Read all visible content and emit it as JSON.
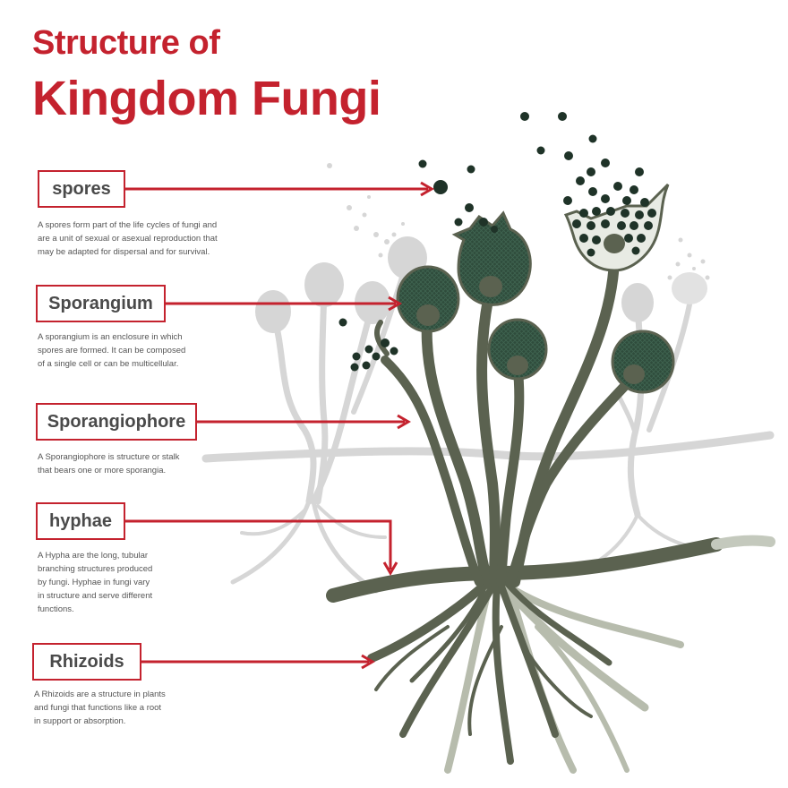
{
  "title": {
    "line1": "Structure of",
    "line2": "Kingdom Fungi"
  },
  "labels": [
    {
      "name": "spores",
      "description": "A spores form part of the life cycles of fungi and\nare a unit of sexual or asexual reproduction that\nmay be adapted for dispersal and for survival."
    },
    {
      "name": "Sporangium",
      "description": "A sporangium is an enclosure in which\nspores are formed. It can be composed\nof a single cell or can be multicellular."
    },
    {
      "name": "Sporangiophore",
      "description": "A Sporangiophore is structure or stalk\nthat bears one or more sporangia."
    },
    {
      "name": "hyphae",
      "description": "A Hypha are the long, tubular\nbranching structures produced\nby fungi.  Hyphae in fungi vary\nin structure and serve different\nfunctions."
    },
    {
      "name": "Rhizoids",
      "description": "A Rhizoids are a structure in plants\nand fungi that functions like a root\nin support or absorption."
    }
  ],
  "colors": {
    "accent_red": "#c4222e",
    "fungus_olive": "#5b6250",
    "sporangium_dark": "#2d4a3a",
    "spore_dark": "#1f3328",
    "ghost_gray": "#d4d4d4",
    "text_gray": "#555555"
  }
}
